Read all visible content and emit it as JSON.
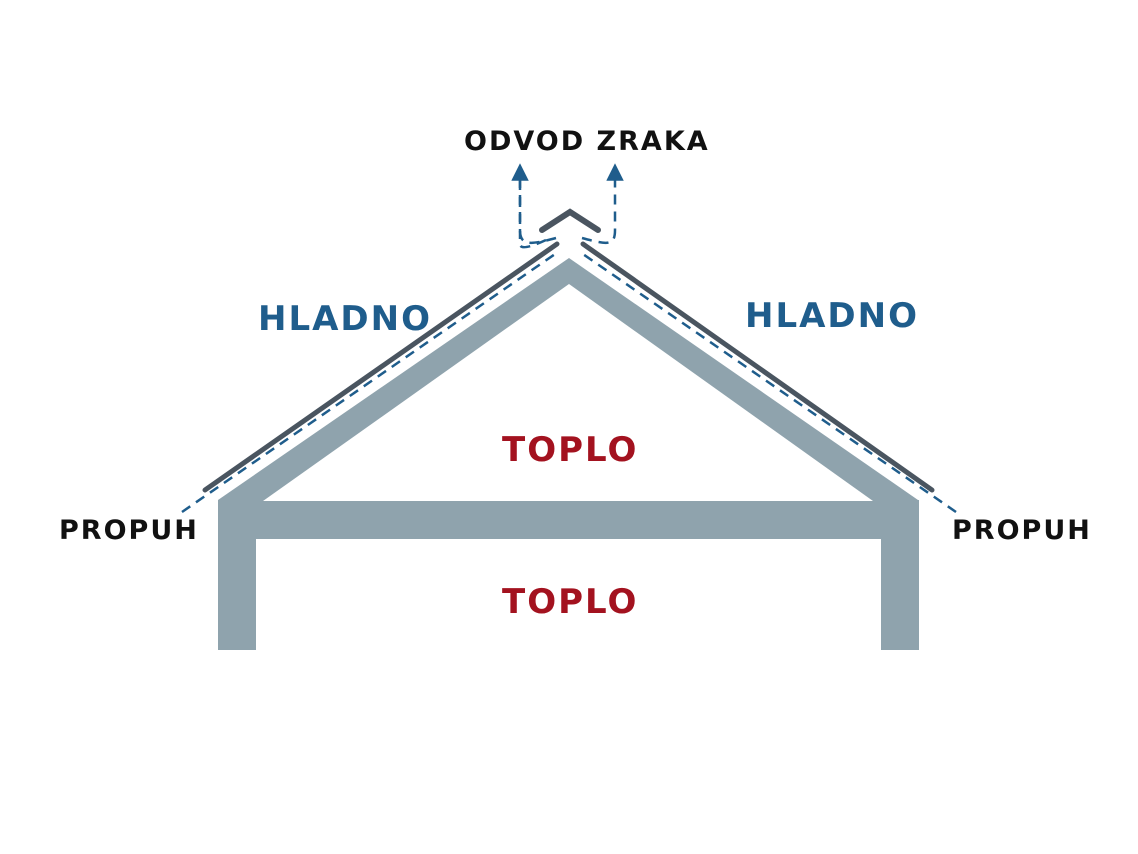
{
  "labels": {
    "exhaust": "ODVOD ZRAKA",
    "cold_left": "HLADNO",
    "cold_right": "HLADNO",
    "warm_attic": "TOPLO",
    "warm_room": "TOPLO",
    "draft_left": "PROPUH",
    "draft_right": "PROPUH"
  },
  "colors": {
    "structure": "#8fa3ad",
    "roof_covering": "#4a5560",
    "airflow": "#1f5d8c",
    "cold_text": "#1f5d8c",
    "warm_text": "#a3121f",
    "neutral_text": "#111111"
  }
}
